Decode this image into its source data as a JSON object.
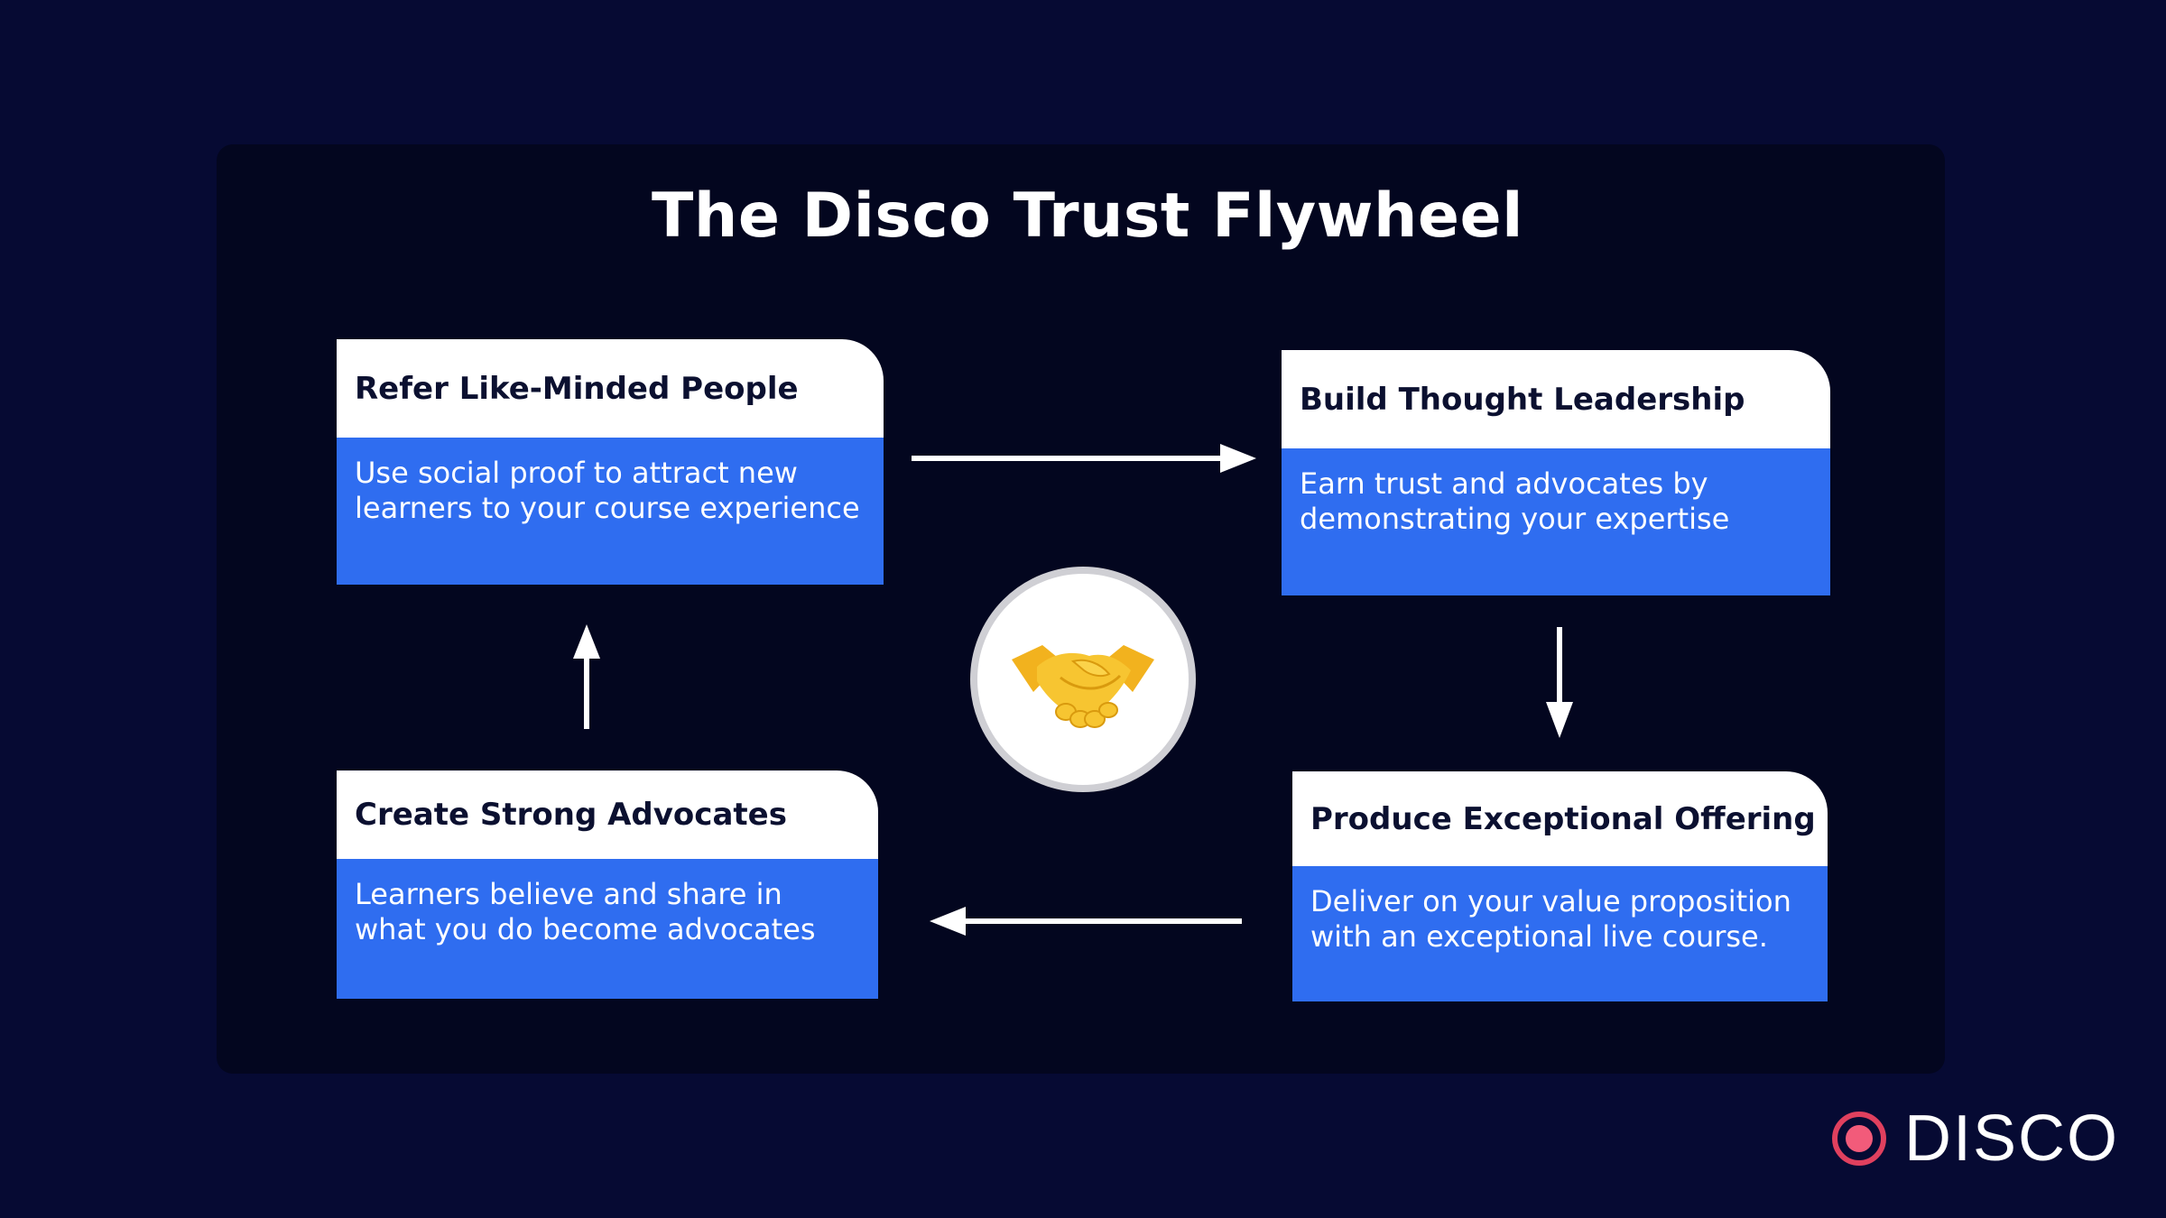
{
  "title": "The Disco Trust Flywheel",
  "cards": {
    "refer": {
      "heading": "Refer Like-Minded People",
      "body": "Use social proof to attract new learners to your course experience"
    },
    "build": {
      "heading": "Build Thought Leadership",
      "body": "Earn trust and advocates by demonstrating your expertise"
    },
    "produce": {
      "heading": "Produce Exceptional Offering",
      "body": "Deliver on your value proposition with an exceptional live course."
    },
    "create": {
      "heading": "Create Strong Advocates",
      "body": "Learners believe and share in what you do become advocates"
    }
  },
  "center_icon": "handshake-icon",
  "brand": {
    "name": "DISCO",
    "dot_color": "#e0405e"
  },
  "colors": {
    "background": "#060a33",
    "panel": "#03061f",
    "card_body": "#2f6df0",
    "card_head": "#ffffff"
  }
}
